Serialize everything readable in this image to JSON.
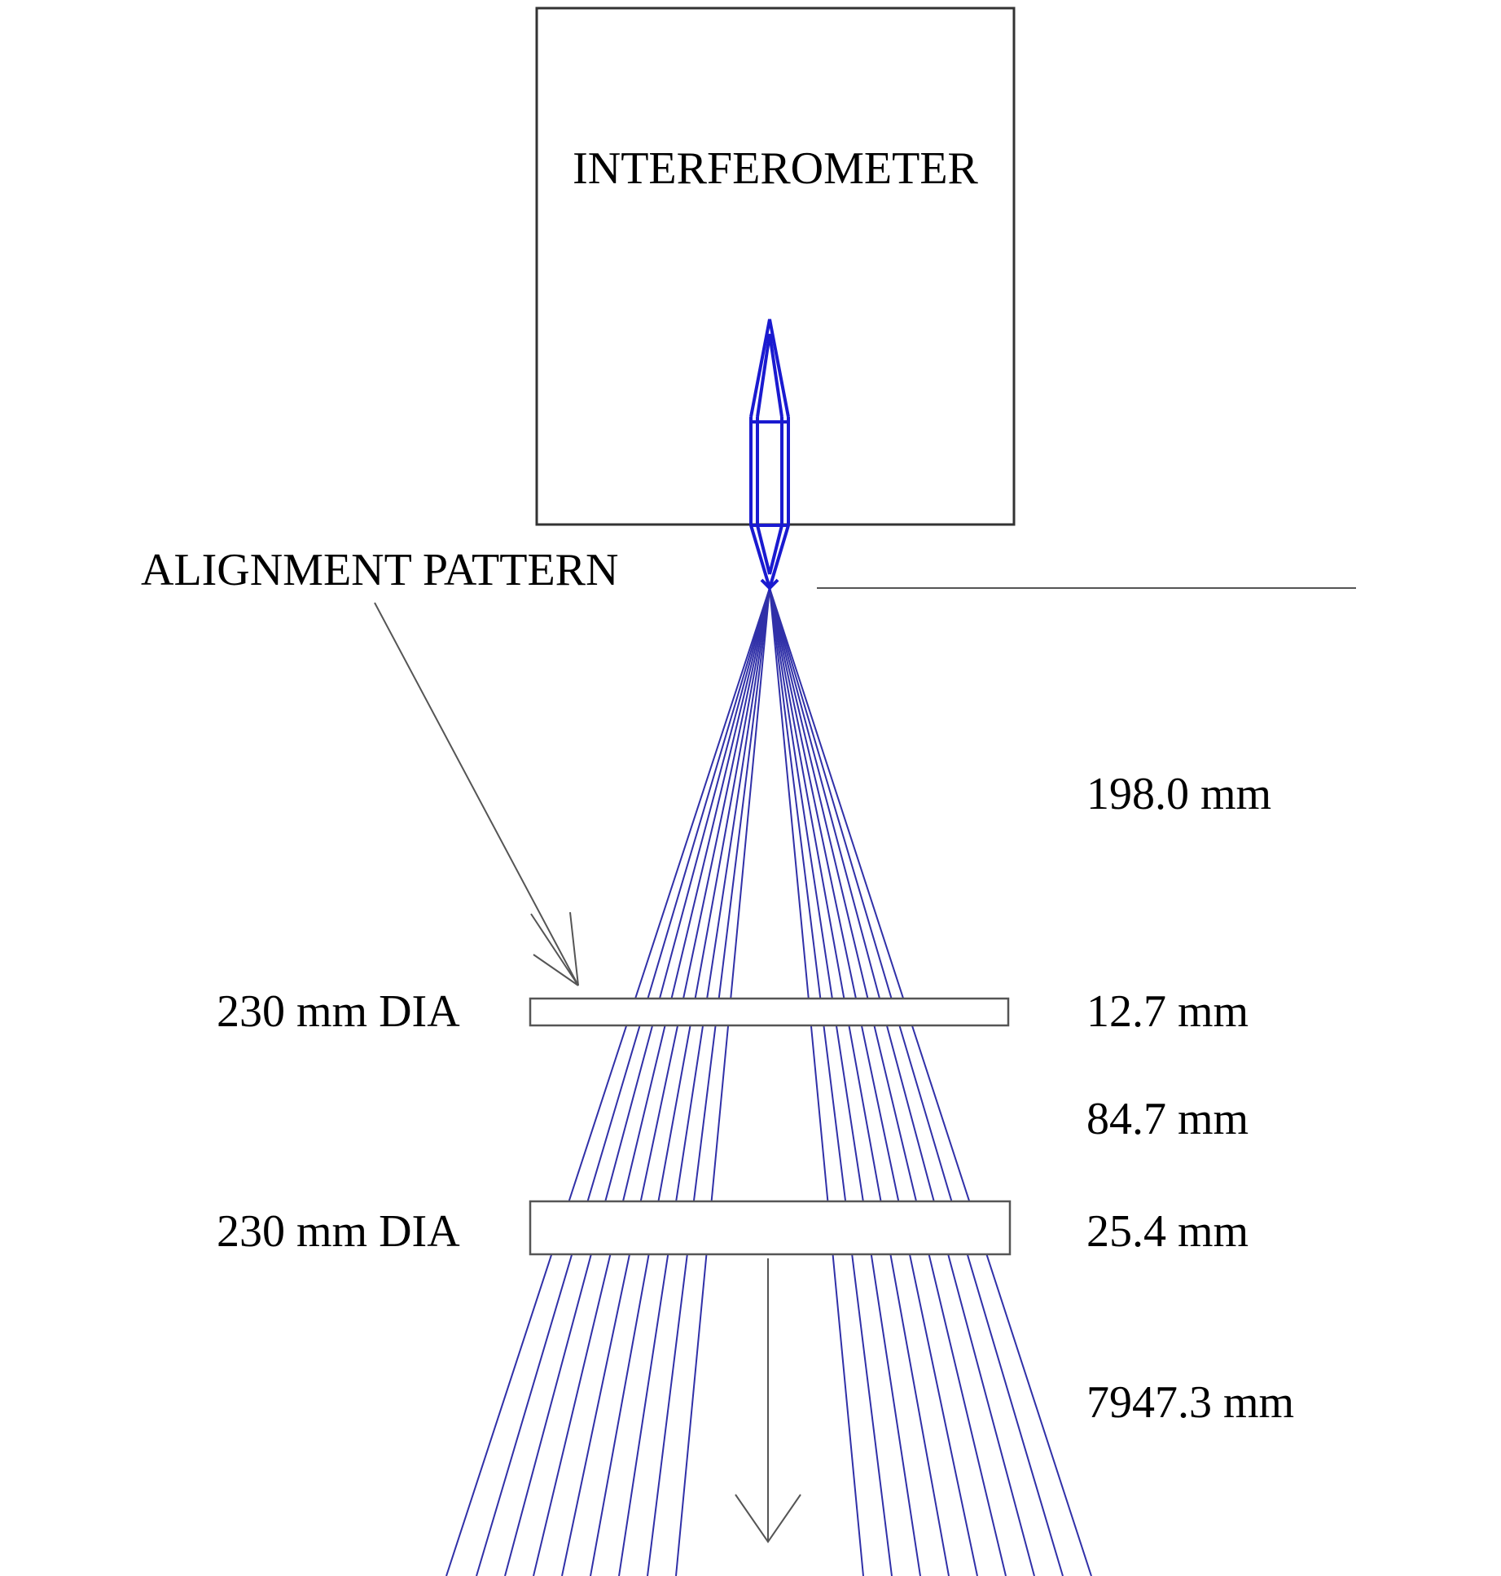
{
  "diagram": {
    "interferometer_label": "INTERFEROMETER",
    "alignment_pattern_label": "ALIGNMENT PATTERN",
    "plate1_dia_label": "230 mm DIA",
    "plate2_dia_label": "230 mm DIA",
    "distances": {
      "focus_to_plate1": "198.0 mm",
      "plate1_thickness": "12.7 mm",
      "gap_between_plates": "84.7 mm",
      "plate2_thickness": "25.4 mm",
      "plate2_to_detector": "7947.3 mm"
    },
    "colors": {
      "ray": "#3030a8",
      "ray_dense": "#1a1ad0",
      "outline": "#333333"
    }
  }
}
